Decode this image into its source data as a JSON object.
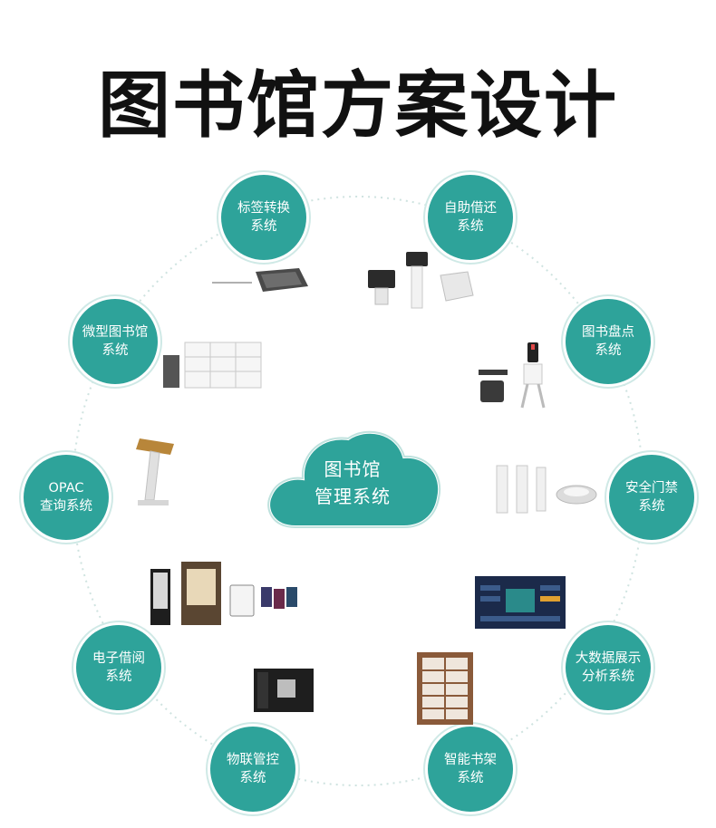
{
  "title": "图书馆方案设计",
  "center": {
    "line1": "图书馆",
    "line2": "管理系统"
  },
  "colors": {
    "teal": "#2ea39a",
    "ring": "#cfe3e0",
    "title": "#111111"
  },
  "systems": [
    {
      "line1": "标签转换",
      "line2": "系统"
    },
    {
      "line1": "自助借还",
      "line2": "系统"
    },
    {
      "line1": "图书盘点",
      "line2": "系统"
    },
    {
      "line1": "安全门禁",
      "line2": "系统"
    },
    {
      "line1": "大数据展示",
      "line2": "分析系统"
    },
    {
      "line1": "智能书架",
      "line2": "系统"
    },
    {
      "line1": "物联管控",
      "line2": "系统"
    },
    {
      "line1": "电子借阅",
      "line2": "系统"
    },
    {
      "line1": "OPAC",
      "line2": "查询系统"
    },
    {
      "line1": "微型图书馆",
      "line2": "系统"
    }
  ]
}
